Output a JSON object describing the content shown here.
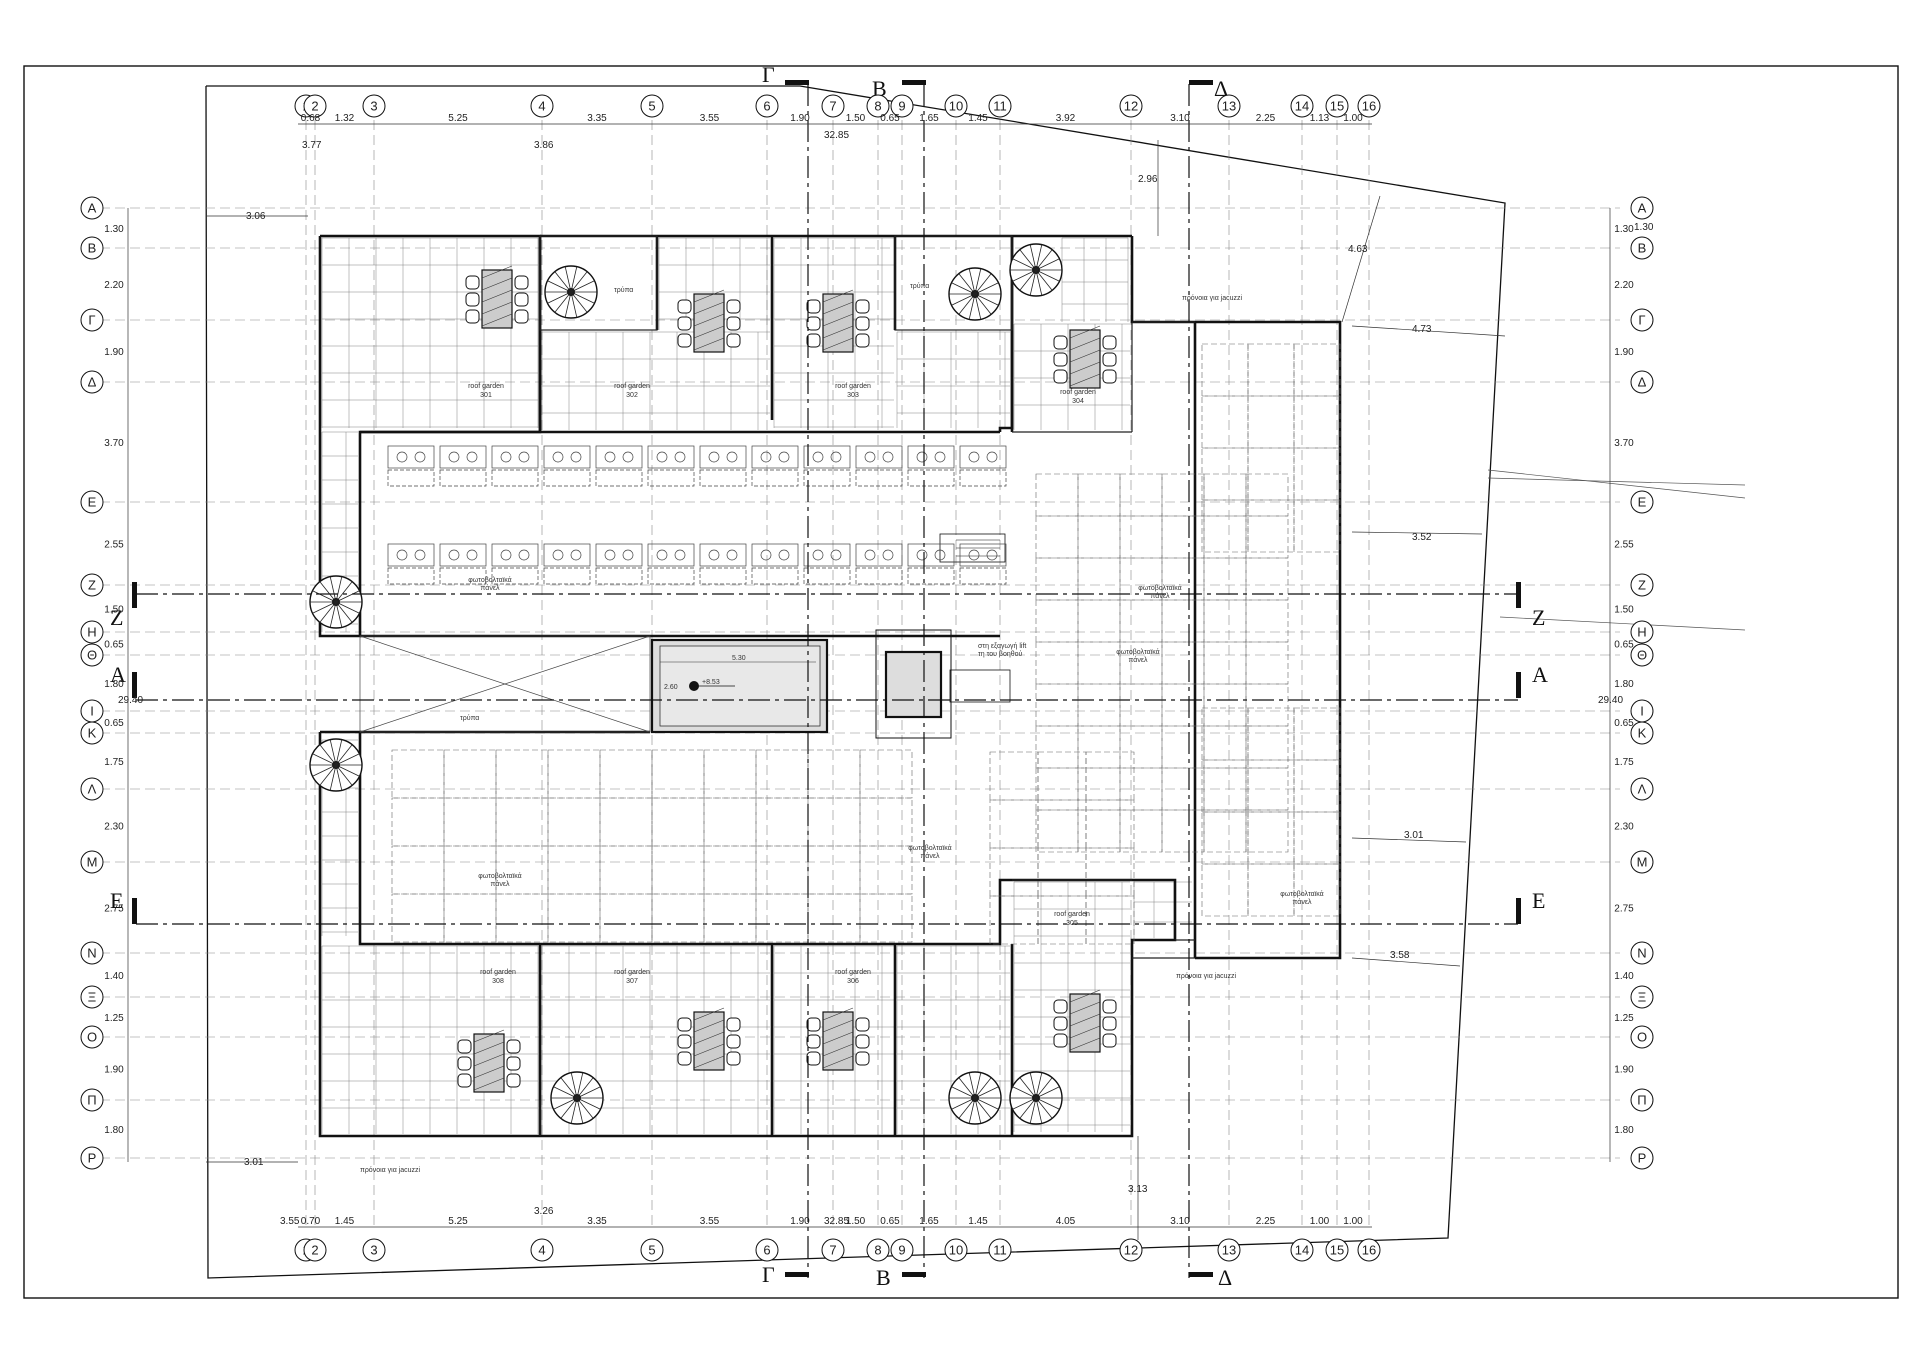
{
  "drawing": {
    "title": "",
    "grid_columns": [
      "1",
      "2",
      "3",
      "4",
      "5",
      "6",
      "7",
      "8",
      "9",
      "10",
      "11",
      "12",
      "13",
      "14",
      "15",
      "16"
    ],
    "grid_rows": [
      "Α",
      "Β",
      "Γ",
      "Δ",
      "Ε",
      "Ζ",
      "Η",
      "Θ",
      "Ι",
      "Κ",
      "Λ",
      "Μ",
      "Ν",
      "Ξ",
      "Ο",
      "Π",
      "Ρ"
    ],
    "top_dims": [
      "0.68",
      "1.32",
      "5.25",
      "3.35",
      "3.55",
      "1.90",
      "1.50",
      "0.65",
      "1.65",
      "1.45",
      "3.92",
      "3.10",
      "2.25",
      "1.13",
      "1.00"
    ],
    "bottom_dims": [
      "0.70",
      "1.45",
      "5.25",
      "3.35",
      "3.55",
      "1.90",
      "1.50",
      "0.65",
      "1.65",
      "1.45",
      "4.05",
      "3.10",
      "2.25",
      "1.00",
      "1.00"
    ],
    "row_dims_left": [
      "1.30",
      "2.20",
      "1.90",
      "3.70",
      "2.55",
      "1.50",
      "0.65",
      "1.80",
      "0.65",
      "1.75",
      "2.30",
      "2.75",
      "1.40",
      "1.25",
      "1.90",
      "1.80"
    ],
    "overall_width": "32.85",
    "overall_height": "29.40",
    "misc_dims": {
      "top_left_1": "3.77",
      "top_left_2": "3.06",
      "top_col4": "3.86",
      "bot_left_1": "3.55",
      "bot_left_2": "3.01",
      "bot_col4": "3.26",
      "right_1": "2.96",
      "right_2": "4.63",
      "right_3": "4.73",
      "right_4": "3.52",
      "right_5": "3.01",
      "right_6": "3.58",
      "right_7": "3.13",
      "right_top_1": "1.30"
    },
    "sections": {
      "Z": "Z",
      "A": "A",
      "E": "E",
      "G": "Γ",
      "B": "B",
      "D": "Δ"
    },
    "rooms": {
      "rg301_a": "roof garden",
      "rg301_b": "301",
      "rg302_a": "roof garden",
      "rg302_b": "302",
      "rg303_a": "roof garden",
      "rg303_b": "303",
      "rg304_a": "roof garden",
      "rg304_b": "304",
      "rg305_a": "roof garden",
      "rg305_b": "305",
      "rg306_a": "roof garden",
      "rg306_b": "306",
      "rg307_a": "roof garden",
      "rg307_b": "307",
      "rg308_a": "roof garden",
      "rg308_b": "308"
    },
    "notes": {
      "troma1": "τρύπα",
      "troma2": "τρύπα",
      "troma3": "τρύπα",
      "jacuzzi_top": "πρόνοια για jacuzzi",
      "jacuzzi_mid": "πρόνοια για jacuzzi",
      "jacuzzi_bot": "πρόνοια για jacuzzi",
      "pv_a": "φωτοβολταϊκά",
      "pv_b": "πάνελ",
      "lift_a": "στη εξαγωγή lift",
      "lift_b": "τη του βοηθού",
      "lightwell_level": "+8.53",
      "lightwell_w": "5.30",
      "lightwell_h": "2.60"
    }
  }
}
